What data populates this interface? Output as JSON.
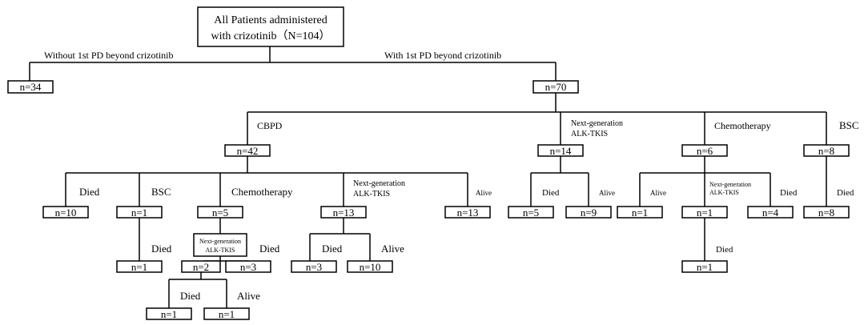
{
  "root": {
    "line1": "All Patients administered",
    "line2": "with crizotinib（N=104）"
  },
  "branches": {
    "without_pd": "Without 1st PD beyond crizotinib",
    "with_pd": "With 1st PD beyond crizotinib"
  },
  "counts": {
    "without_pd": "n=34",
    "with_pd": "n=70",
    "cbpd": "n=42",
    "ng_tki": "n=14",
    "chemo": "n=6",
    "bsc": "n=8",
    "cbpd_died": "n=10",
    "cbpd_bsc": "n=1",
    "cbpd_chemo": "n=5",
    "cbpd_ng_tki": "n=13",
    "cbpd_alive": "n=13",
    "cbpd_bsc_died": "n=1",
    "cbpd_chemo_ng_tki": "n=2",
    "cbpd_chemo_died": "n=3",
    "cbpd_chemo_ng_tki_died": "n=1",
    "cbpd_chemo_ng_tki_alive": "n=1",
    "cbpd_ng_tki_died": "n=3",
    "cbpd_ng_tki_alive": "n=10",
    "ng_tki_died": "n=5",
    "ng_tki_alive": "n=9",
    "chemo_alive": "n=1",
    "chemo_ng_tki": "n=1",
    "chemo_died": "n=4",
    "chemo_ng_tki_died": "n=1",
    "bsc_died": "n=8"
  },
  "labels": {
    "cbpd": "CBPD",
    "ng_tki_line1": "Next-generation",
    "ng_tki_line2": "ALK-TKIS",
    "chemotherapy": "Chemotherapy",
    "bsc": "BSC",
    "died": "Died",
    "alive": "Alive"
  }
}
